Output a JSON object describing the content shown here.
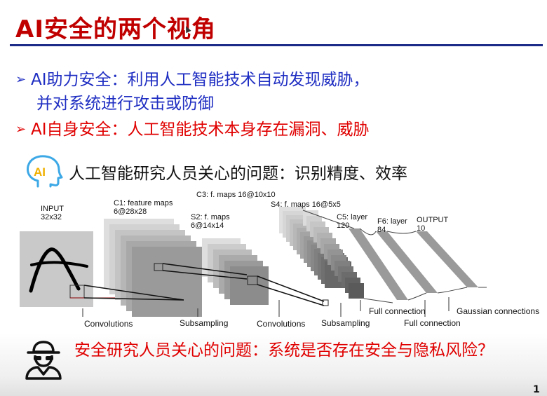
{
  "slide": {
    "title": "AI安全的两个视角",
    "bullets": [
      {
        "text": "AI助力安全：利用人工智能技术自动发现威胁，",
        "cont": "并对系统进行攻击或防御",
        "color": "#1f2ec2"
      },
      {
        "text": "AI自身安全：人工智能技术本身存在漏洞、威胁",
        "color": "#e00000"
      }
    ],
    "ai_heading": "人工智能研究人员关心的问题：识别精度、效率",
    "ai_icon_text": "AI",
    "security_heading": "安全研究人员关心的问题：系统是否存在安全与隐私风险？",
    "page_number": "1"
  },
  "diagram": {
    "layers": [
      {
        "name": "INPUT",
        "size": "32x32"
      },
      {
        "name": "C1: feature maps",
        "size": "6@28x28"
      },
      {
        "name": "S2: f. maps",
        "size": "6@14x14"
      },
      {
        "name": "C3: f. maps 16@10x10"
      },
      {
        "name": "S4: f. maps 16@5x5"
      },
      {
        "name": "C5: layer",
        "size": "120"
      },
      {
        "name": "F6: layer",
        "size": "84"
      },
      {
        "name": "OUTPUT",
        "size": "10"
      }
    ],
    "captions": {
      "conv1": "Convolutions",
      "sub1": "Subsampling",
      "conv2": "Convolutions",
      "sub2": "Subsampling",
      "full1": "Full connection",
      "full2": "Full connection",
      "gauss": "Gaussian connections"
    }
  },
  "colors": {
    "title": "#c00000",
    "accent_blue": "#1f2ec2",
    "accent_red": "#e00000",
    "rule": "#1c2a88"
  }
}
